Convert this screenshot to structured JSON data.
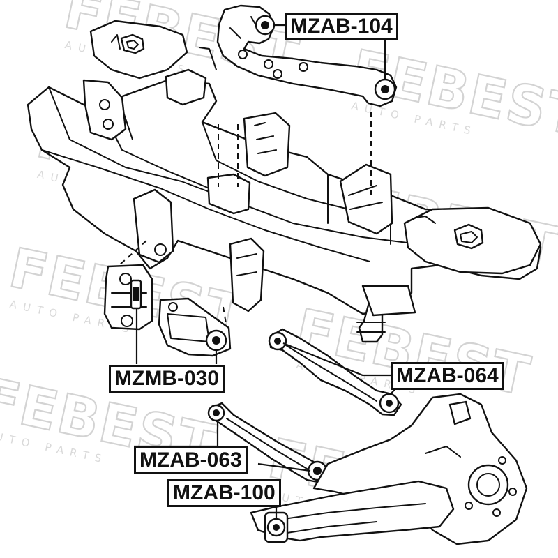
{
  "watermark": {
    "brand": "FEBEST",
    "sub": "AUTO PARTS"
  },
  "parts": [
    {
      "label": "MZAB-104"
    },
    {
      "label": "MZAB-064"
    },
    {
      "label": "MZMB-030"
    },
    {
      "label": "MZAB-063"
    },
    {
      "label": "MZAB-100"
    }
  ],
  "colors": {
    "line": "#111111",
    "watermark": "#d3d3d3",
    "background": "#ffffff"
  }
}
